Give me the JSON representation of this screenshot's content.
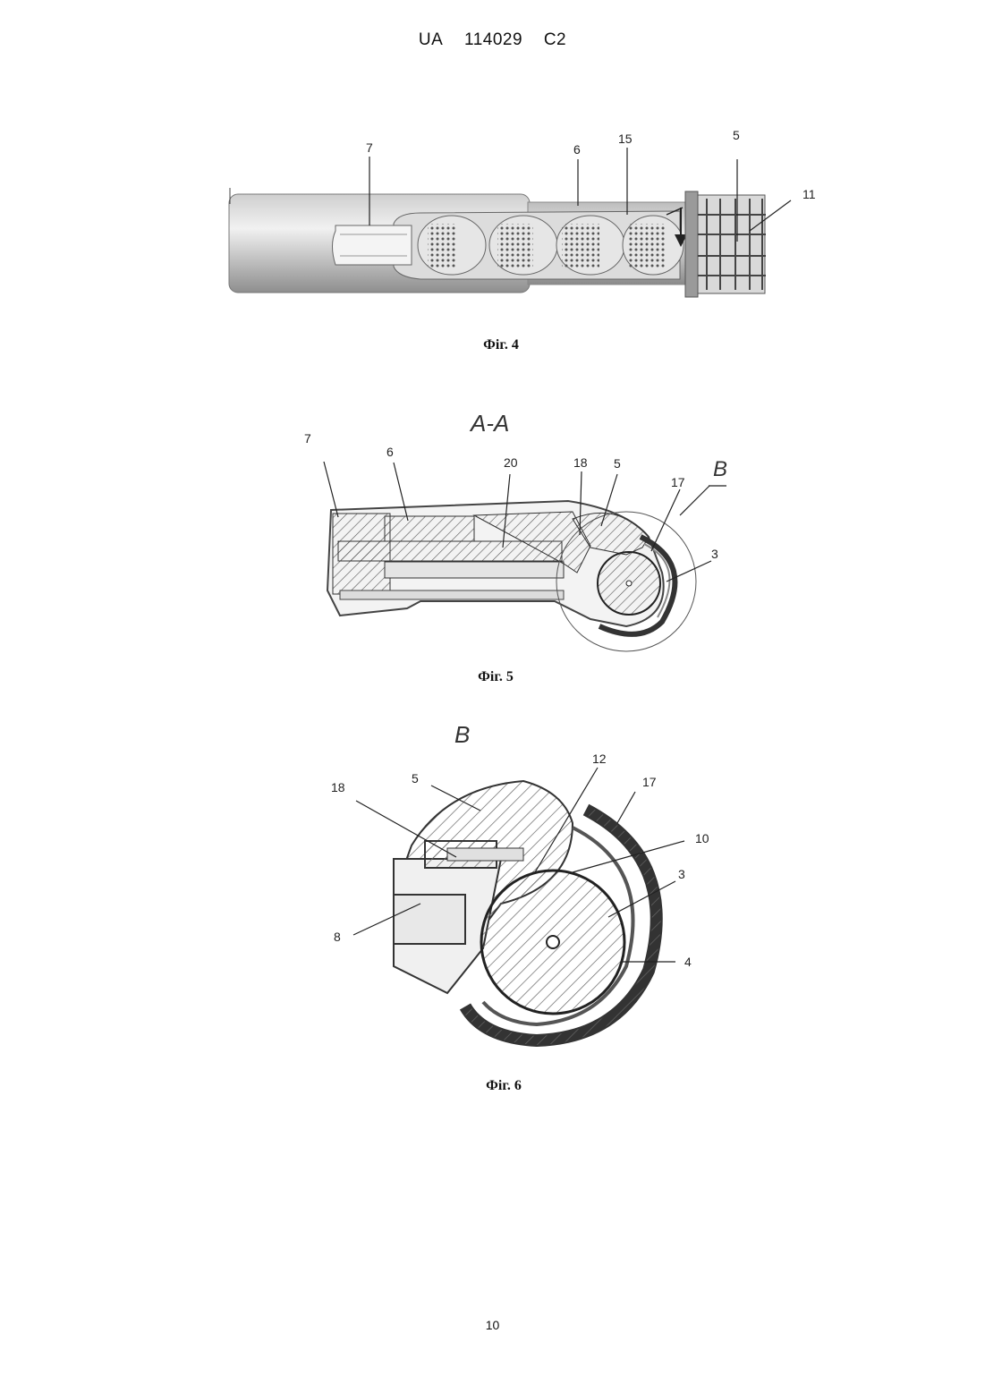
{
  "header": {
    "office": "UA",
    "number": "114029",
    "kind": "C2"
  },
  "figures": [
    {
      "caption": "Фіг. 4",
      "labels": [
        "7",
        "6",
        "15",
        "5",
        "11"
      ]
    },
    {
      "caption": "Фіг. 5",
      "section": "A-A",
      "detail_mark": "B",
      "labels": [
        "7",
        "6",
        "20",
        "18",
        "5",
        "17",
        "3"
      ]
    },
    {
      "caption": "Фіг. 6",
      "section": "B",
      "labels": [
        "18",
        "5",
        "12",
        "17",
        "10",
        "3",
        "8",
        "4"
      ]
    }
  ],
  "page_number": "10"
}
